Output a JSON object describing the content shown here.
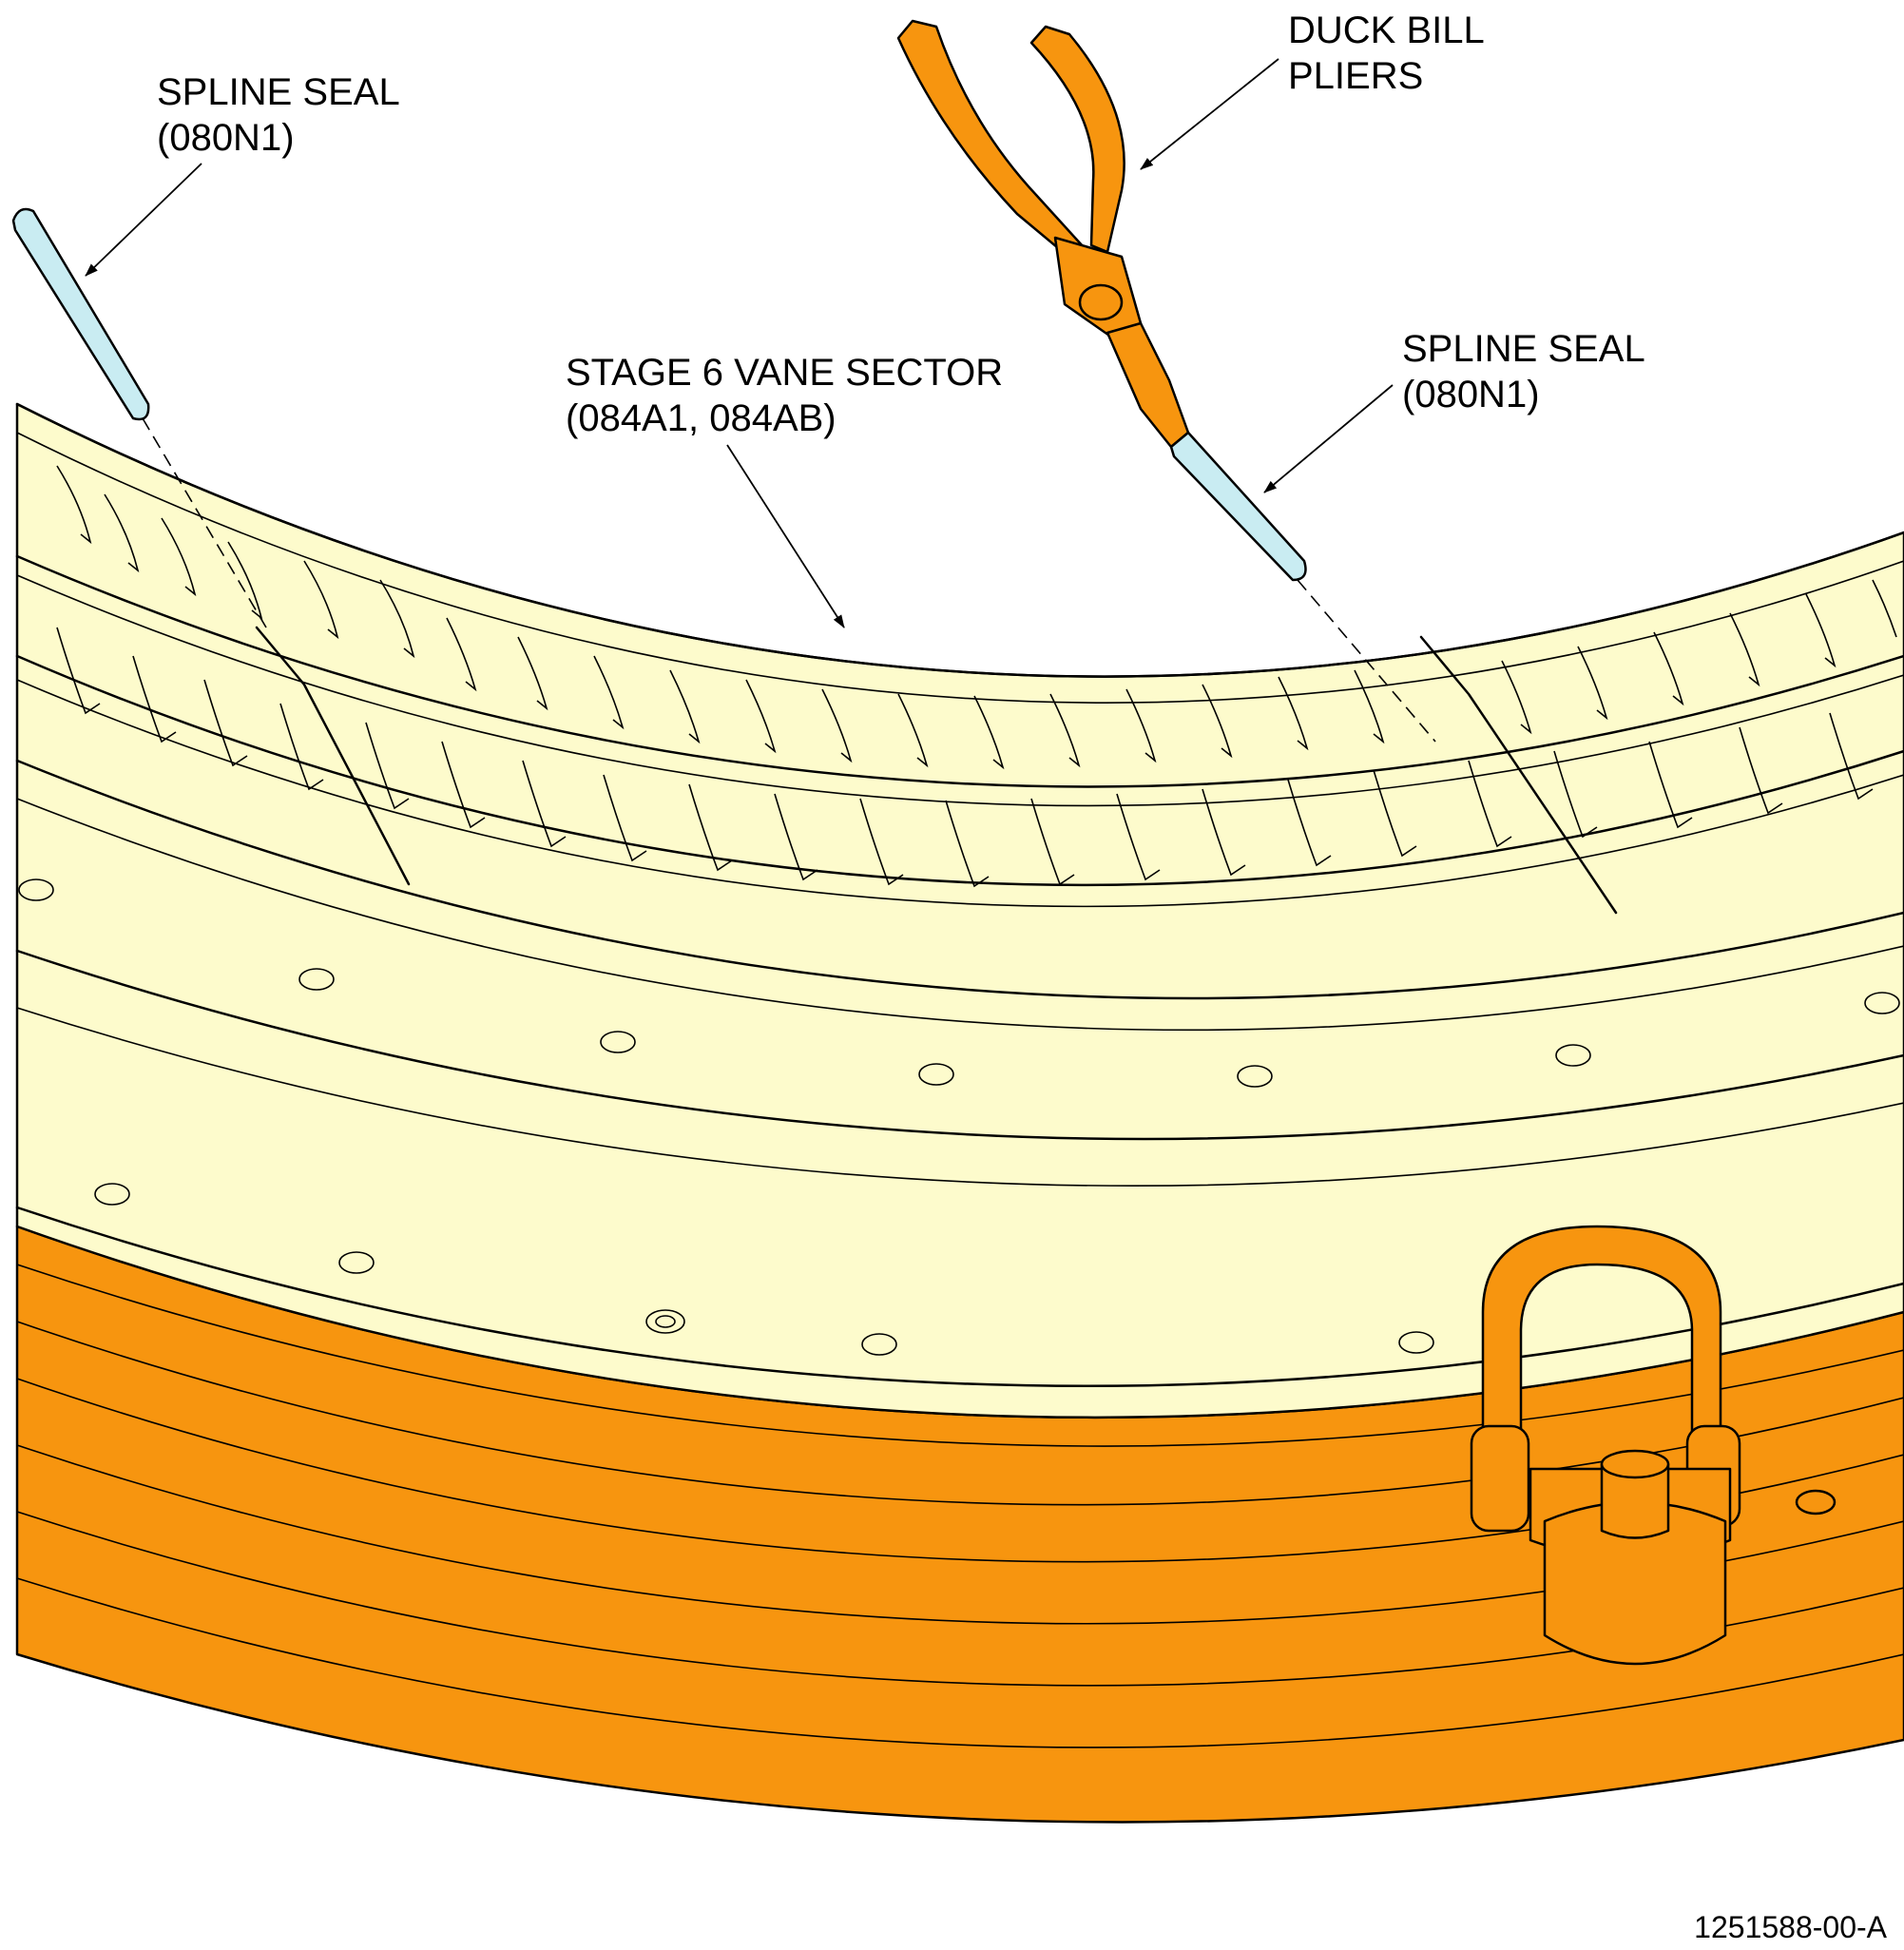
{
  "figure": {
    "figure_number": "1251588-00-A",
    "colors": {
      "vane_sector_fill": "#fdfbcc",
      "case_fill": "#f7950f",
      "tool_fill": "#f7950f",
      "seal_fill": "#c9ecf2",
      "line": "#000000"
    }
  },
  "callouts": {
    "spline_seal_left": {
      "line1": "SPLINE SEAL",
      "line2": "(080N1)"
    },
    "vane_sector": {
      "line1": "STAGE 6 VANE SECTOR",
      "line2": "(084A1, 084AB)"
    },
    "pliers": {
      "line1": "DUCK BILL",
      "line2": "PLIERS"
    },
    "spline_seal_right": {
      "line1": "SPLINE SEAL",
      "line2": "(080N1)"
    }
  }
}
